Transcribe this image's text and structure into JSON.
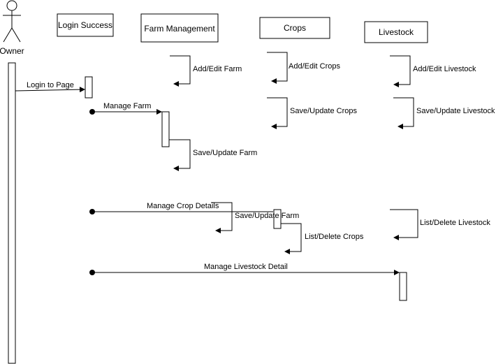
{
  "actor": {
    "name": "Owner",
    "icon": "stick-figure-icon"
  },
  "participants": {
    "login_success": "Login Success",
    "farm_management": "Farm Management",
    "crops": "Crops",
    "livestock": "Livestock"
  },
  "messages": {
    "login_to_page": "Login to Page",
    "manage_farm": "Manage Farm",
    "manage_crop_details": "Manage Crop Details",
    "manage_livestock_detail": "Manage Livestock Detail"
  },
  "self_calls": {
    "add_edit_farm": "Add/Edit Farm",
    "add_edit_crops": "Add/Edit Crops",
    "add_edit_livestock": "Add/Edit Livestock",
    "save_update_crops": "Save/Update Crops",
    "save_update_livestock": "Save/Update Livestock",
    "save_update_farm_1": "Save/Update Farm",
    "save_update_farm_2": "Save/Update Farm",
    "list_delete_crops": "List/Delete Crops",
    "list_delete_livestock": "List/Delete Livestock"
  }
}
